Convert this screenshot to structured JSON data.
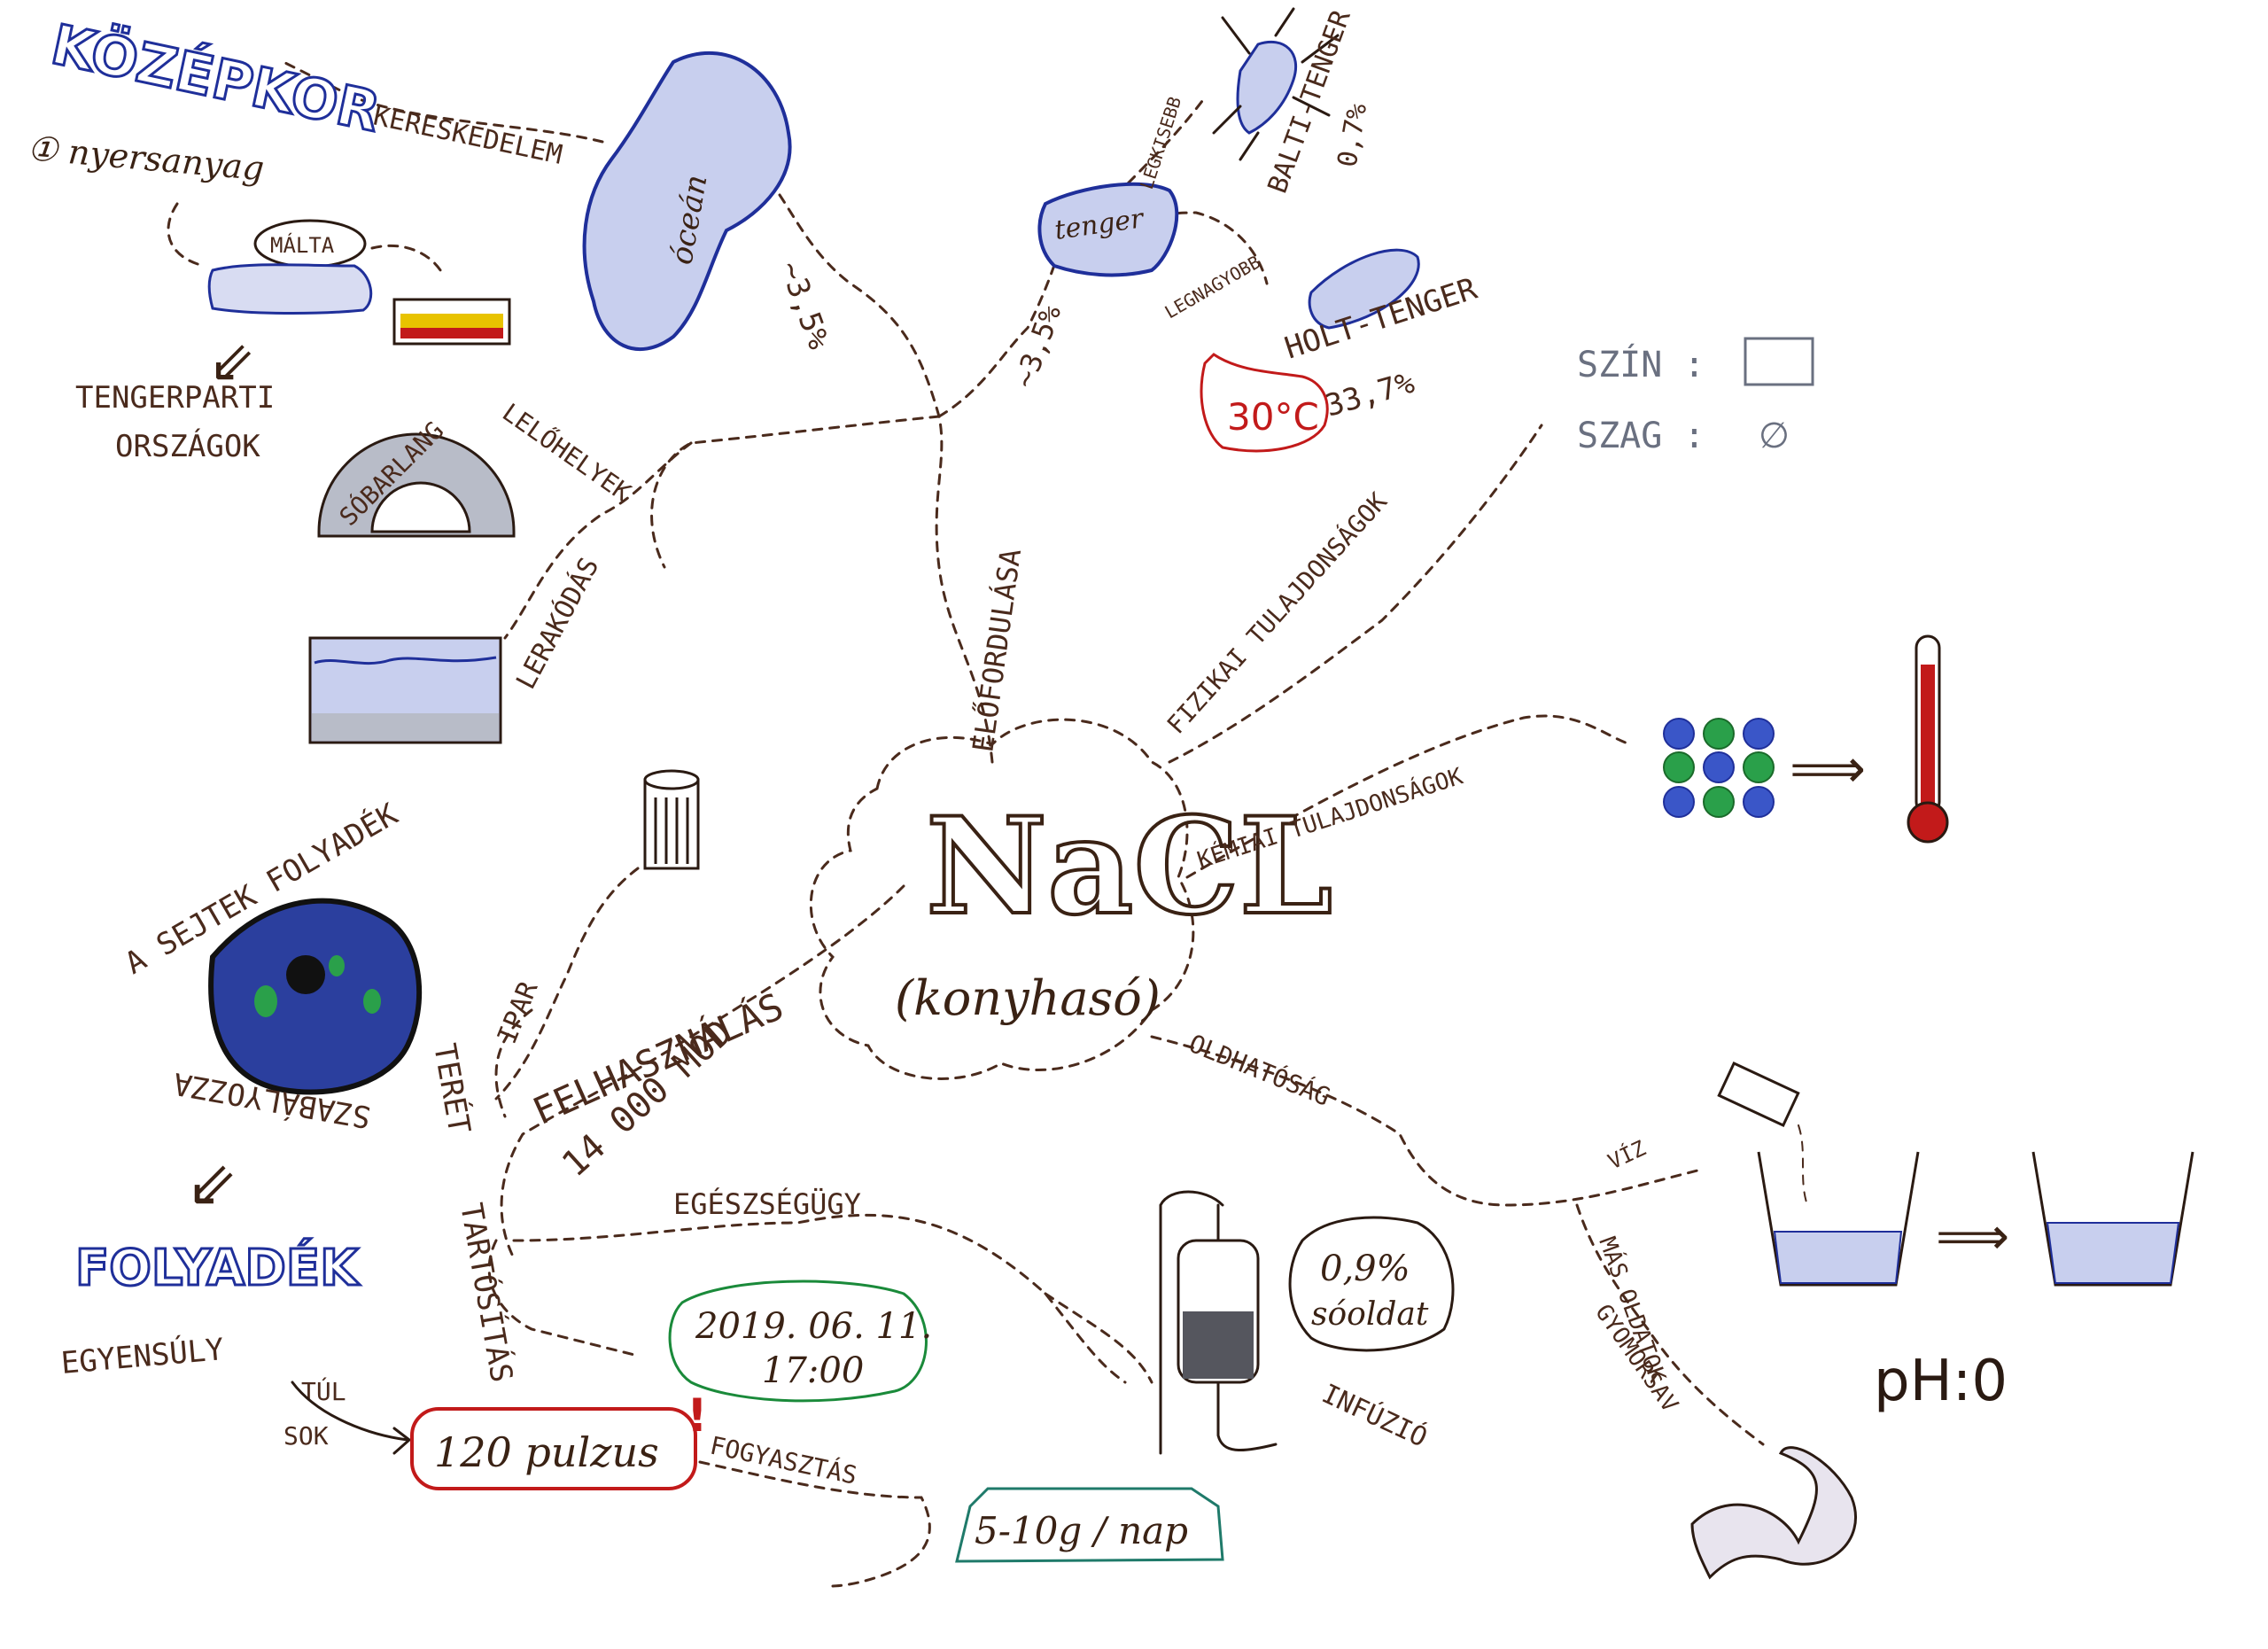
{
  "center": {
    "title": "NaCL",
    "subtitle": "(konyhasó)"
  },
  "branches": {
    "elofordulasa": "ELŐFORDULÁSA",
    "fizikai": "FIZIKAI TULAJDONSÁGOK",
    "kemiai": "KÉMIAI TULAJDONSÁGOK",
    "oldhatosag": "OLDHATÓSÁG",
    "felhasznalas": "FELHASZNÁLÁS",
    "felhasznalas_count": "14 000 MÓD",
    "ipar": "IPAR",
    "egeszsegugy": "EGÉSZSÉGÜGY",
    "tartositas": "TARTÓSÍTÁS",
    "fogyasztas": "FOGYASZTÁS",
    "infuzio": "INFÚZIÓ",
    "keresdkedelem": "KERESKEDELEM"
  },
  "history": {
    "title": "KÖZÉPKOR",
    "item1": "① nyersanyag",
    "malta": "MÁLTA",
    "tengerparti": "TENGERPARTI",
    "orszagok": "ORSZÁGOK"
  },
  "occurrence": {
    "ocean_label": "óceán",
    "ocean_pct": "~3,5%",
    "tenger_label": "tenger",
    "tenger_pct": "~3,5%",
    "legkisebb": "LEGKISEBB",
    "balti": "BALTI-TENGER",
    "balti_pct": "0,7%",
    "legnagyobb": "LEGNAGYOBB",
    "holt": "HOLT-TENGER",
    "holt_pct": "33,7%",
    "temp": "30°C",
    "sobarlang": "SÓBARLANG",
    "lelohelyek": "LELŐHELYEK",
    "lerakodas": "LERAKÓDÁS"
  },
  "physical": {
    "color_label": "SZÍN :",
    "smell_label": "SZAG :",
    "smell_value": "∅"
  },
  "solubility": {
    "viz": "VÍZ",
    "ph": "pH:0",
    "mas": "MÁS OLDATOK",
    "gyomorsav": "GYOMORSAV"
  },
  "cell": {
    "label_a": "A SEJTEK FOLYADÉK",
    "label_b": "TERÉT",
    "label_c": "SZABÁLYOZZA"
  },
  "fluid": {
    "title": "FOLYADÉK",
    "egyensuly": "EGYENSÚLY",
    "tul": "TÚL",
    "sok": "SOK",
    "pulse": "120 pulzus",
    "warning": "!"
  },
  "notes": {
    "date": "2019. 06. 11.",
    "time": "17:00",
    "dose": "5-10g / nap",
    "saline_pct": "0,9%",
    "saline": "sóoldat"
  },
  "colors": {
    "ink": "#4a2a1c",
    "blue": "#1f2f9a",
    "red": "#c21a1a",
    "green": "#1a8a3a",
    "teal": "#1f7a6a"
  }
}
